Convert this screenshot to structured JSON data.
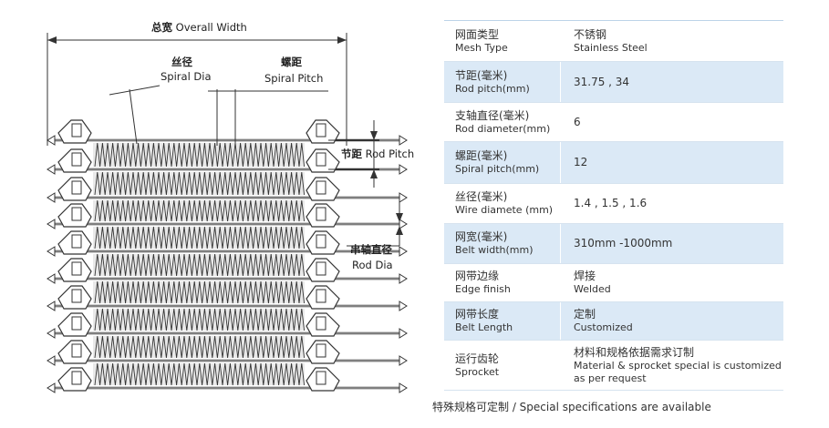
{
  "diagram": {
    "overall_width": {
      "cn": "总宽",
      "en": "Overall Width"
    },
    "wire_dia": {
      "cn": "丝径",
      "en": "Spiral Dia"
    },
    "spiral_pitch": {
      "cn": "螺距",
      "en": "Spiral Pitch"
    },
    "rod_pitch": {
      "cn": "节距",
      "en": "Rod Pitch"
    },
    "rod_dia": {
      "cn": "串轴直径",
      "en": "Rod Dia"
    }
  },
  "spec_table": [
    {
      "cn": "网面类型",
      "en": "Mesh Type",
      "val": "不锈钢",
      "val_en": "Stainless Steel"
    },
    {
      "cn": "节距(毫米)",
      "en": "Rod pitch(mm)",
      "val": "31.75 , 34",
      "val_en": ""
    },
    {
      "cn": "支轴直径(毫米)",
      "en": "Rod diameter(mm)",
      "val": "6",
      "val_en": ""
    },
    {
      "cn": "螺距(毫米)",
      "en": "Spiral pitch(mm)",
      "val": "12",
      "val_en": ""
    },
    {
      "cn": "丝径(毫米)",
      "en": "Wire diamete (mm)",
      "val": "1.4 , 1.5 , 1.6",
      "val_en": ""
    },
    {
      "cn": "网宽(毫米)",
      "en": "Belt width(mm)",
      "val": "310mm -1000mm",
      "val_en": ""
    },
    {
      "cn": "网带边缘",
      "en": "Edge finish",
      "val": "焊接",
      "val_en": "Welded"
    },
    {
      "cn": "网带长度",
      "en": "Belt Length",
      "val": "定制",
      "val_en": "Customized"
    },
    {
      "cn": "运行齿轮",
      "en": "Sprocket",
      "val": "材料和规格依据需求订制",
      "val_en": "Material & sprocket special is customized as per request"
    }
  ],
  "note": "特殊规格可定制 / Special specifications are available"
}
